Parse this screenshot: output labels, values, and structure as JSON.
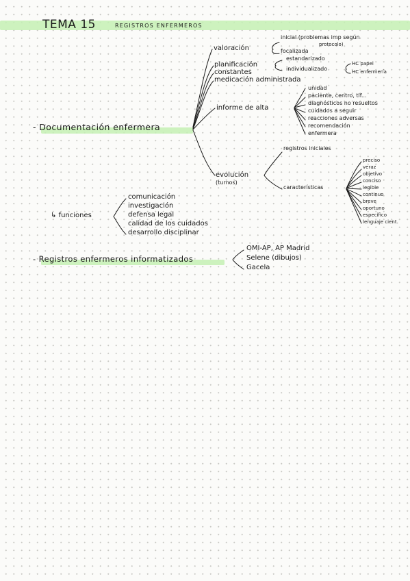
{
  "header": {
    "title": "TEMA 15",
    "subtitle": "REGISTROS ENFERMEROS"
  },
  "documentacion": {
    "label": "- Documentación enfermera",
    "valoracion": {
      "label": "valoración",
      "inicial": "inicial (problemas imp según",
      "protocolo": "protocolo)",
      "focalizada": "focalizada"
    },
    "planificacion": {
      "label": "planificación",
      "estandarizado": "estandarizado",
      "individualizado": "individualizado",
      "hc_papel": "HC papel",
      "hc_enfermeria": "HC enfermería"
    },
    "constantes": "constantes",
    "medicacion": "medicación administrada",
    "informe": {
      "label": "informe de alta",
      "items": [
        "unidad",
        "paciente, centro, tlf...",
        "diagnósticos no resueltos",
        "cuidados a seguir",
        "reacciones adversas",
        "recomendación",
        "enfermera"
      ]
    },
    "evolucion": {
      "label": "evolución",
      "turnos": "(turnos)",
      "registros_iniciales": "registros iniciales",
      "caracteristicas": "características",
      "car_items": [
        "preciso",
        "veraz",
        "objetivo",
        "conciso",
        "legible",
        "continuo",
        "breve",
        "oportuno",
        "específico",
        "lenguaje cient."
      ]
    }
  },
  "funciones": {
    "label": "↳ funciones",
    "items": [
      "comunicación",
      "investigación",
      "defensa legal",
      "calidad de los cuidados",
      "desarrollo disciplinar"
    ]
  },
  "informatizados": {
    "label": "- Registros enfermeros informatizados",
    "items": [
      "OMI-AP, AP Madrid",
      "Selene (dibujos)",
      "Gacela"
    ]
  }
}
